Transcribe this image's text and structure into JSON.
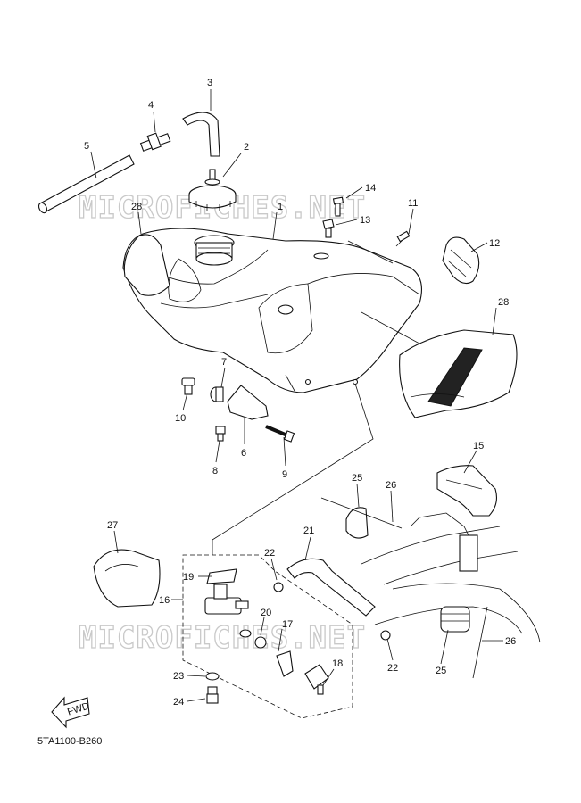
{
  "watermark": "MICROFICHES.NET",
  "diagram_code": "5TA1100-B260",
  "fwd_label": "FWD",
  "callouts": [
    "1",
    "2",
    "3",
    "4",
    "5",
    "6",
    "7",
    "8",
    "9",
    "10",
    "11",
    "12",
    "13",
    "14",
    "15",
    "16",
    "17",
    "18",
    "19",
    "20",
    "21",
    "22",
    "22",
    "23",
    "24",
    "25",
    "25",
    "26",
    "26",
    "27",
    "28",
    "28"
  ]
}
